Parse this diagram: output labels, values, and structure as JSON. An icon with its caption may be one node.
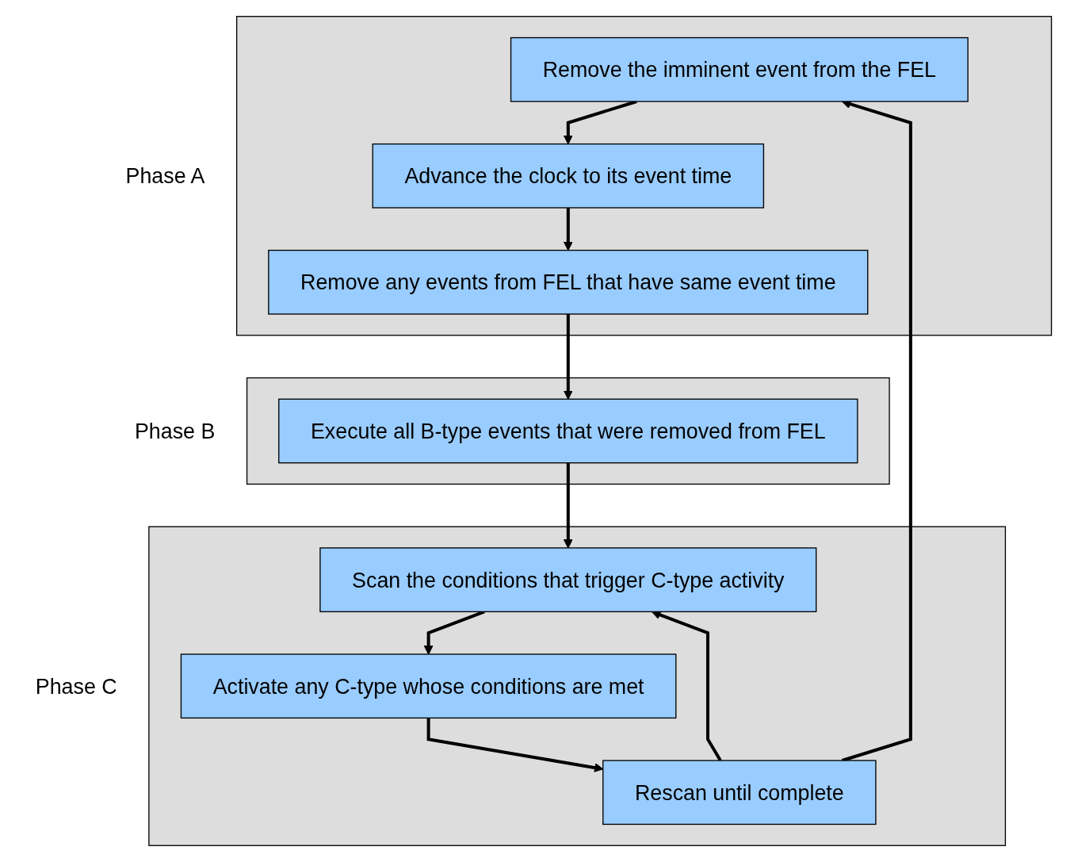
{
  "diagram": {
    "nodes": [
      {
        "text": [
          "Phase A"
        ]
      },
      {
        "text": [
          "Remove the imminent event from the FEL"
        ],
        "in": 0
      },
      {
        "text": [
          "Advance the clock to its event time"
        ],
        "in": 0
      },
      {
        "text": [
          "Remove any events from FEL that have same event time"
        ],
        "in": 0
      },
      {
        "text": [
          "Phase B"
        ]
      },
      {
        "text": [
          "Execute all B-type events that were removed from FEL"
        ],
        "in": 4
      },
      {
        "text": [
          "Phase C"
        ]
      },
      {
        "text": [
          "Scan the conditions that trigger C-type activity"
        ],
        "in": 6
      },
      {
        "text": [
          "Activate any C-type whose conditions are met"
        ],
        "in": 6
      },
      {
        "text": [
          "Rescan until complete"
        ],
        "in": 6
      }
    ],
    "edges": [
      {
        "from": 1,
        "to": 2,
        "arrow": "to"
      },
      {
        "from": 2,
        "to": 3,
        "arrow": "to"
      },
      {
        "from": 3,
        "to": 5,
        "arrow": "to"
      },
      {
        "from": 5,
        "to": 7,
        "arrow": "to"
      },
      {
        "from": 7,
        "to": 8,
        "arrow": "to"
      },
      {
        "from": 8,
        "to": 9,
        "arrow": "to"
      },
      {
        "from": 9,
        "to": 7,
        "arrow": "to"
      },
      {
        "from": 9,
        "to": 1,
        "arrow": "to"
      }
    ]
  }
}
